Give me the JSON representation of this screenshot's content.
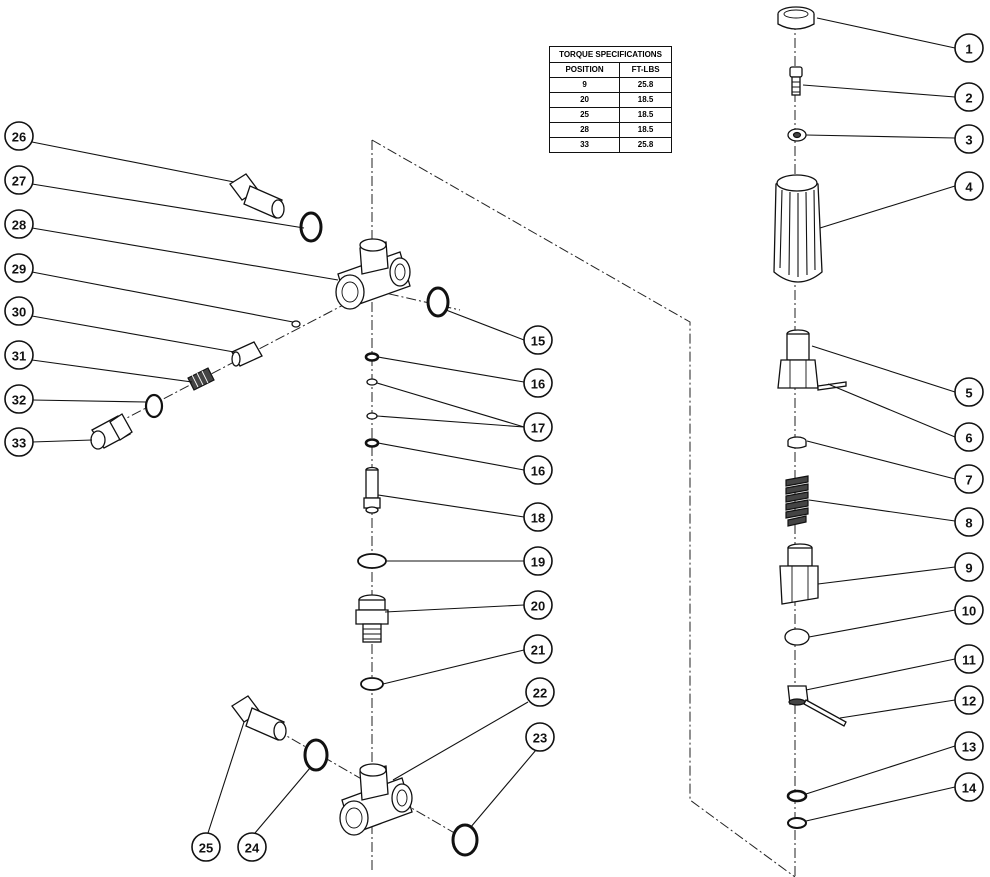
{
  "torque_table": {
    "title": "TORQUE SPECIFICATIONS",
    "headers": [
      "POSITION",
      "FT-LBS"
    ],
    "rows": [
      {
        "position": "9",
        "ft_lbs": "25.8"
      },
      {
        "position": "20",
        "ft_lbs": "18.5"
      },
      {
        "position": "25",
        "ft_lbs": "18.5"
      },
      {
        "position": "28",
        "ft_lbs": "18.5"
      },
      {
        "position": "33",
        "ft_lbs": "25.8"
      }
    ]
  },
  "callouts": {
    "c1": "1",
    "c2": "2",
    "c3": "3",
    "c4": "4",
    "c5": "5",
    "c6": "6",
    "c7": "7",
    "c8": "8",
    "c9": "9",
    "c10": "10",
    "c11": "11",
    "c12": "12",
    "c13": "13",
    "c14": "14",
    "c15": "15",
    "c16a": "16",
    "c17": "17",
    "c16b": "16",
    "c18": "18",
    "c19": "19",
    "c20": "20",
    "c21": "21",
    "c22": "22",
    "c23": "23",
    "c24": "24",
    "c25": "25",
    "c26": "26",
    "c27": "27",
    "c28": "28",
    "c29": "29",
    "c30": "30",
    "c31": "31",
    "c32": "32",
    "c33": "33"
  }
}
